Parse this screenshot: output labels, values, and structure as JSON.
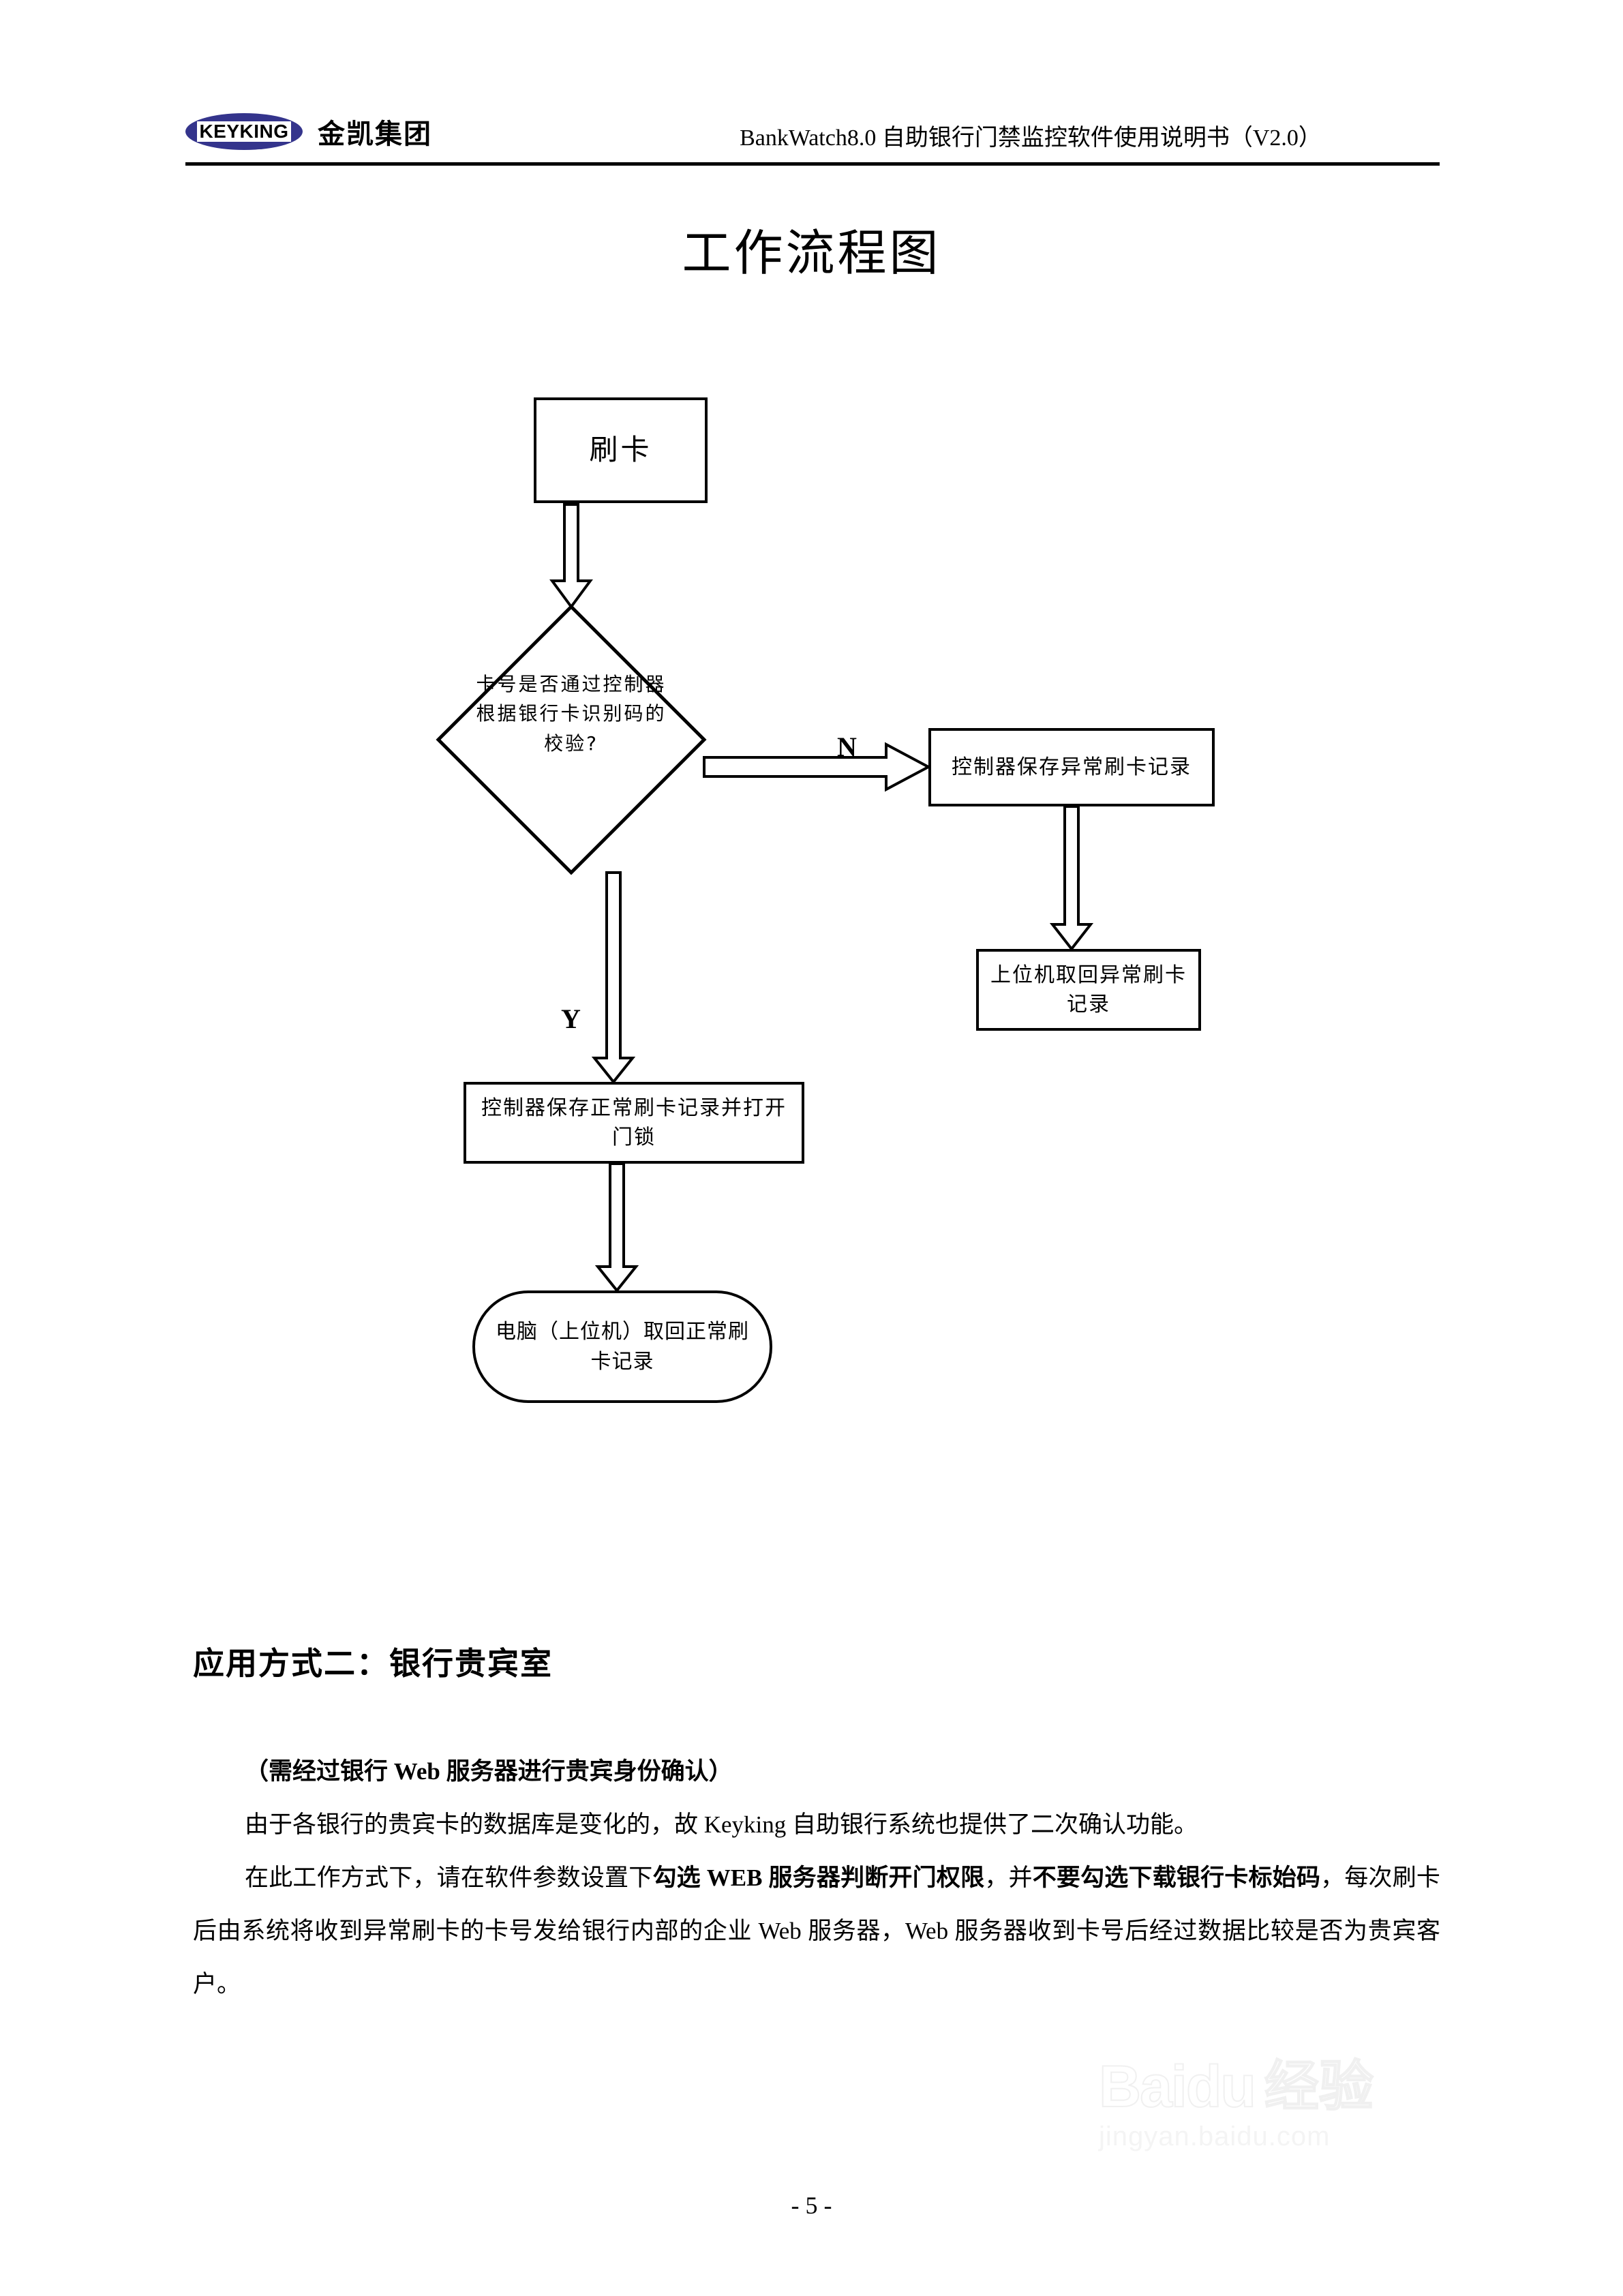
{
  "header": {
    "logo_badge_text": "KEYKING",
    "logo_company_cn": "金凯集团",
    "document_title": "BankWatch8.0 自助银行门禁监控软件使用说明书（V2.0）",
    "brand_color": "#34348c"
  },
  "page": {
    "main_title": "工作流程图",
    "footer_page_number": "- 5 -"
  },
  "flowchart": {
    "type": "flowchart",
    "nodes": [
      {
        "id": "swipe",
        "shape": "process",
        "text": "刷卡"
      },
      {
        "id": "decision",
        "shape": "decision",
        "text": "卡号是否通过控制器根据银行卡识别码的校验?"
      },
      {
        "id": "abnormal_save",
        "shape": "process",
        "text": "控制器保存异常刷卡记录"
      },
      {
        "id": "abnormal_fetch",
        "shape": "process",
        "text": "上位机取回异常刷卡记录"
      },
      {
        "id": "normal_save",
        "shape": "process",
        "text": "控制器保存正常刷卡记录并打开门锁"
      },
      {
        "id": "normal_fetch",
        "shape": "terminal",
        "text": "电脑（上位机）取回正常刷卡记录"
      }
    ],
    "edges": [
      {
        "from": "swipe",
        "to": "decision",
        "label": ""
      },
      {
        "from": "decision",
        "to": "abnormal_save",
        "label": "N"
      },
      {
        "from": "abnormal_save",
        "to": "abnormal_fetch",
        "label": ""
      },
      {
        "from": "decision",
        "to": "normal_save",
        "label": "Y"
      },
      {
        "from": "normal_save",
        "to": "normal_fetch",
        "label": ""
      }
    ],
    "branch_labels": {
      "no": "N",
      "yes": "Y"
    }
  },
  "section": {
    "heading": "应用方式二：银行贵宾室",
    "subheading": "（需经过银行 Web 服务器进行贵宾身份确认）",
    "paragraph_1": "由于各银行的贵宾卡的数据库是变化的，故 Keyking 自助银行系统也提供了二次确认功能。",
    "paragraph_2_part_1": "在此工作方式下，请在软件参数设置下",
    "paragraph_2_bold_1": "勾选 WEB 服务器判断开门权限",
    "paragraph_2_part_2": "，并",
    "paragraph_2_bold_2": "不要勾选下载银行卡标始码",
    "paragraph_2_part_3": "，每次刷卡后由系统将收到异常刷卡的卡号发给银行内部的企业 Web 服务器，Web 服务器收到卡号后经过数据比较是否为贵宾客户。"
  },
  "watermark": {
    "brand": "Baidu",
    "brand_cn": "经验",
    "url": "jingyan.baidu.com"
  }
}
